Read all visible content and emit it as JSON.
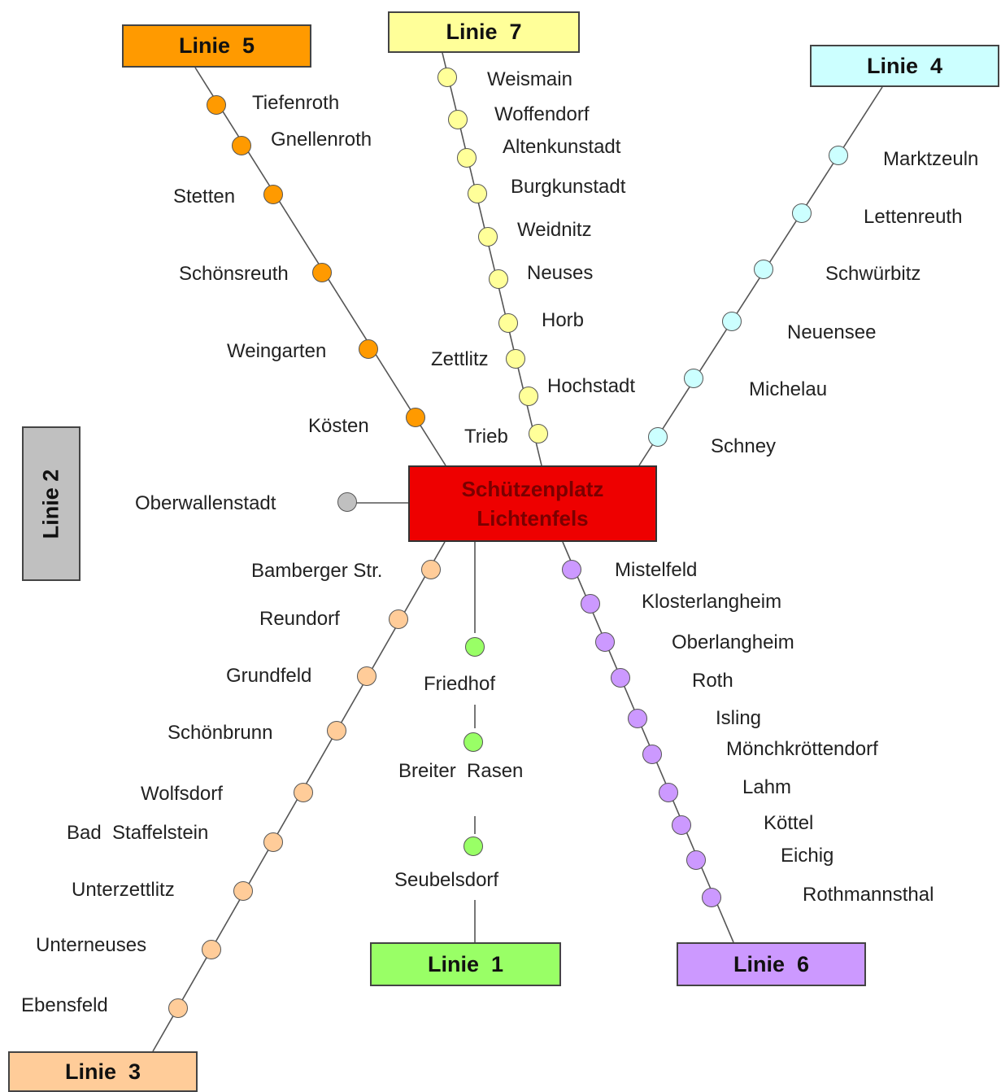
{
  "hub": {
    "line1": "Schützenplatz",
    "line2": "Lichtenfels",
    "color": "#ee0000"
  },
  "lines": [
    {
      "id": "l5",
      "name": "Linie  5",
      "color": "#ff9a00",
      "stops": [
        "Tiefenroth",
        "Gnellenroth",
        "Stetten",
        "Schönsreuth",
        "Weingarten",
        "Kösten"
      ]
    },
    {
      "id": "l7",
      "name": "Linie  7",
      "color": "#ffff99",
      "stops": [
        "Weismain",
        "Woffendorf",
        "Altenkunstadt",
        "Burgkunstadt",
        "Weidnitz",
        "Neuses",
        "Horb",
        "Zettlitz",
        "Hochstadt",
        "Trieb"
      ]
    },
    {
      "id": "l4",
      "name": "Linie  4",
      "color": "#ccffff",
      "stops": [
        "Marktzeuln",
        "Lettenreuth",
        "Schwürbitz",
        "Neuensee",
        "Michelau",
        "Schney"
      ]
    },
    {
      "id": "l2",
      "name": "Linie  2",
      "color": "#c0c0c0",
      "stops": [
        "Oberwallenstadt"
      ]
    },
    {
      "id": "l3",
      "name": "Linie  3",
      "color": "#ffcc99",
      "stops": [
        "Bamberger Str.",
        "Reundorf",
        "Grundfeld",
        "Schönbrunn",
        "Wolfsdorf",
        "Bad  Staffelstein",
        "Unterzettlitz",
        "Unterneuses",
        "Ebensfeld"
      ]
    },
    {
      "id": "l1",
      "name": "Linie  1",
      "color": "#99ff66",
      "stops": [
        "Friedhof",
        "Breiter  Rasen",
        "Seubelsdorf"
      ]
    },
    {
      "id": "l6",
      "name": "Linie  6",
      "color": "#cc99ff",
      "stops": [
        "Mistelfeld",
        "Klosterlangheim",
        "Oberlangheim",
        "Roth",
        "Isling",
        "Mönchkröttendorf",
        "Lahm",
        "Köttel",
        "Eichig",
        "Rothmannsthal"
      ]
    }
  ]
}
